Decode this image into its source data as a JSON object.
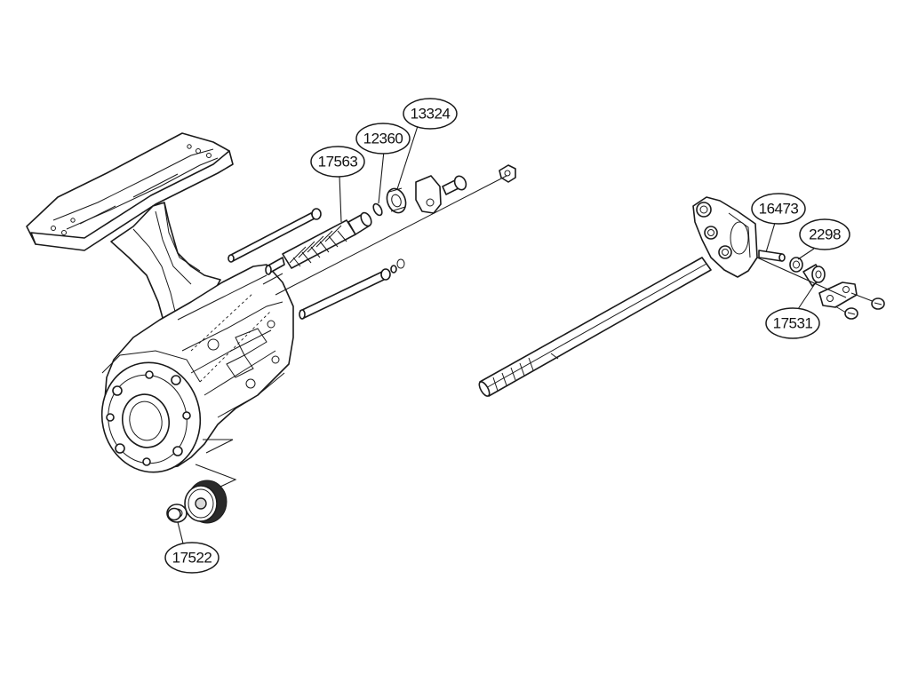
{
  "callouts": {
    "c13324": "13324",
    "c12360": "12360",
    "c17563": "17563",
    "c16473": "16473",
    "c2298": "2298",
    "c17531": "17531",
    "c17522": "17522"
  },
  "colors": {
    "line": "#1a1a1a",
    "shade": "#d9d9d9",
    "background": "#ffffff"
  }
}
